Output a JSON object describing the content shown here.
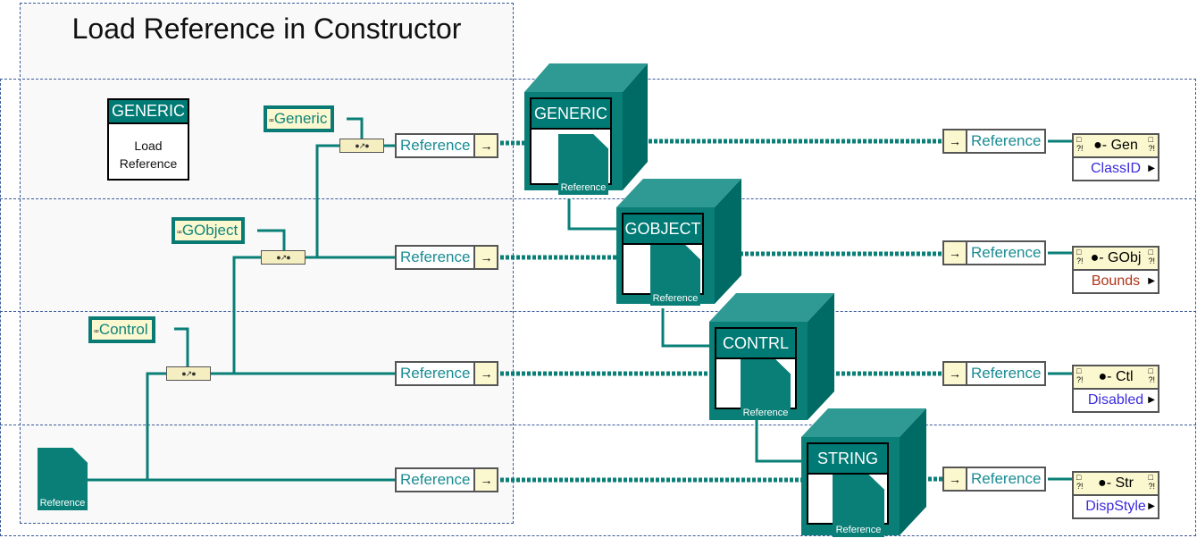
{
  "title": "Load Reference in Constructor",
  "class_card": {
    "header": "GENERIC",
    "body_line1": "Load",
    "body_line2": "Reference"
  },
  "constants": [
    {
      "label": "Generic",
      "icon": "class-hierarchy-icon"
    },
    {
      "label": "GObject",
      "icon": "class-hierarchy-icon"
    },
    {
      "label": "Control",
      "icon": "class-hierarchy-icon"
    }
  ],
  "source_doc": {
    "label": "Reference"
  },
  "input_terminals": [
    {
      "label": "Reference"
    },
    {
      "label": "Reference"
    },
    {
      "label": "Reference"
    },
    {
      "label": "Reference"
    }
  ],
  "cubes": [
    {
      "header": "GENERIC",
      "doc_label": "Reference"
    },
    {
      "header": "GOBJECT",
      "doc_label": "Reference"
    },
    {
      "header": "CONTRL",
      "doc_label": "Reference"
    },
    {
      "header": "STRING",
      "doc_label": "Reference"
    }
  ],
  "output_terminals": [
    {
      "label": "Reference"
    },
    {
      "label": "Reference"
    },
    {
      "label": "Reference"
    },
    {
      "label": "Reference"
    }
  ],
  "property_nodes": [
    {
      "class": "Gen",
      "property": "ClassID",
      "color": "#3b2bdc"
    },
    {
      "class": "GObj",
      "property": "Bounds",
      "color": "#b03418"
    },
    {
      "class": "Ctl",
      "property": "Disabled",
      "color": "#3b2bdc"
    },
    {
      "class": "Str",
      "property": "DispStyle",
      "color": "#3b2bdc"
    }
  ],
  "colors": {
    "wire": "#0a7f77",
    "frame": "#3a5a9a",
    "constant_bg": "#fbf8cf"
  }
}
